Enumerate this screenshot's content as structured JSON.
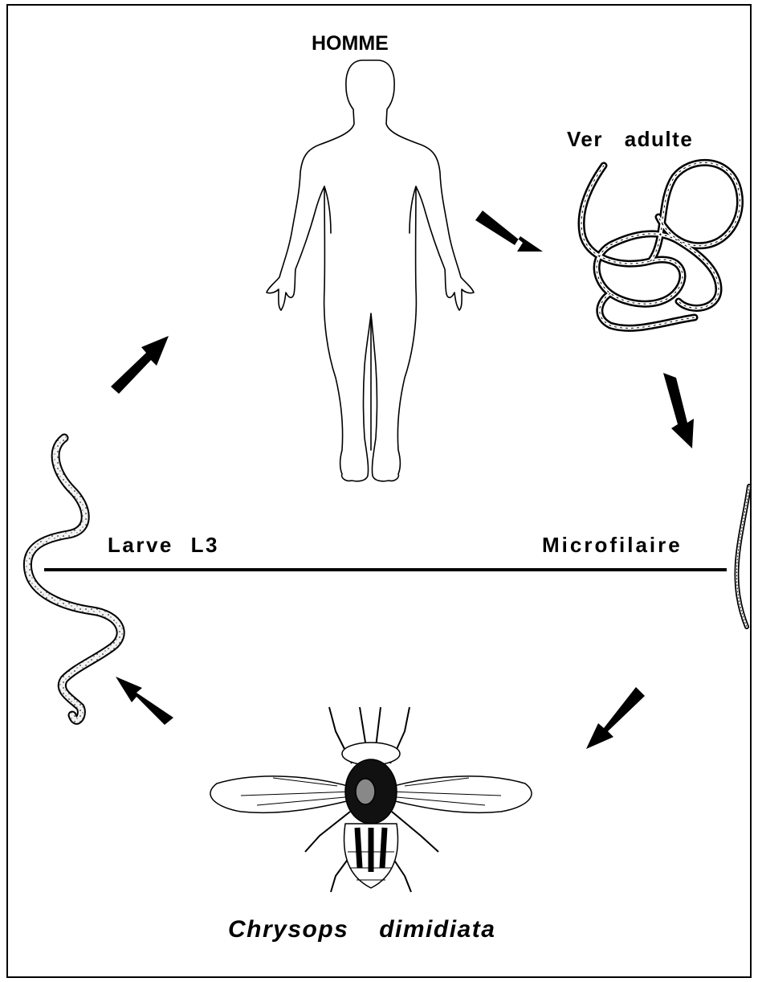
{
  "labels": {
    "host": "HOMME",
    "adult_worm": "Ver adulte",
    "larva": "Larve L3",
    "microfilaria": "Microfilaire",
    "vector": "Chrysops dimidiata"
  },
  "colors": {
    "ink": "#000000",
    "background": "#ffffff",
    "larva_fill": "#ececec"
  }
}
